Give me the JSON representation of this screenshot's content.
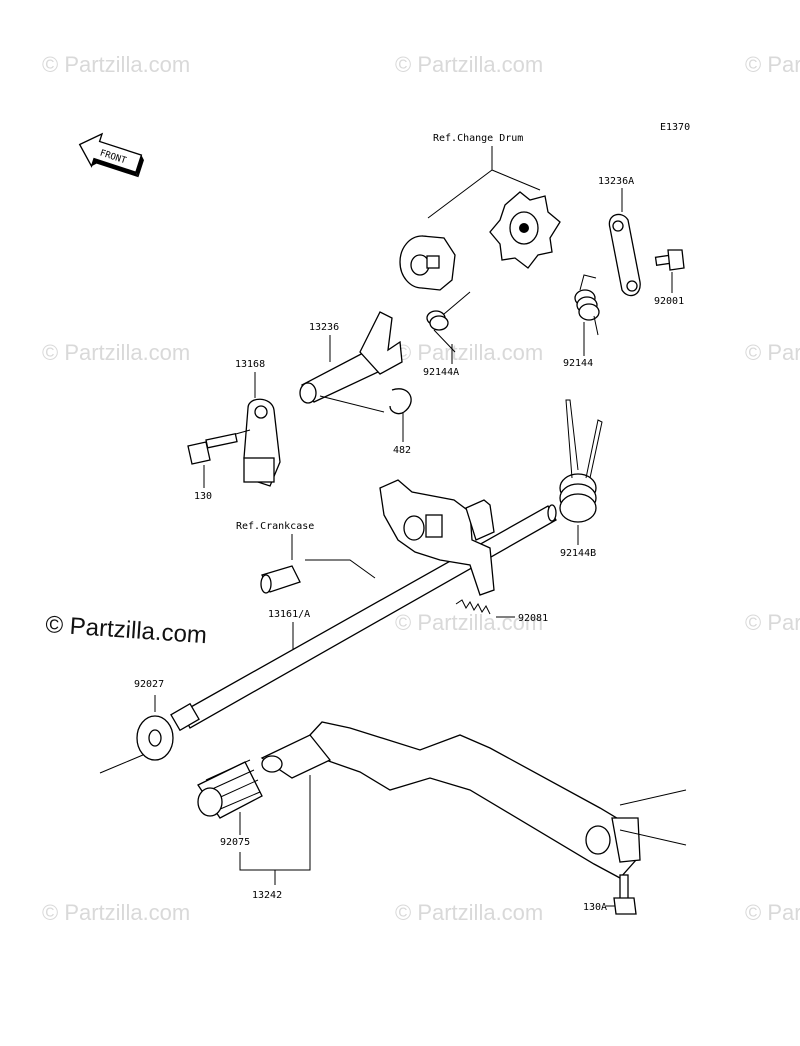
{
  "diagram": {
    "code": "E1370",
    "front_label": "FRONT",
    "watermark_text": "© Partzilla.com",
    "labels": {
      "ref_change_drum": "Ref.Change Drum",
      "ref_crankcase": "Ref.Crankcase",
      "p13236A": "13236A",
      "p92001": "92001",
      "p92144": "92144",
      "p92144A": "92144A",
      "p13236": "13236",
      "p13168": "13168",
      "p482": "482",
      "p130": "130",
      "p92144B": "92144B",
      "p92081": "92081",
      "p13161A": "13161/A",
      "p92027": "92027",
      "p92075": "92075",
      "p13242": "13242",
      "p130A": "130A"
    }
  }
}
